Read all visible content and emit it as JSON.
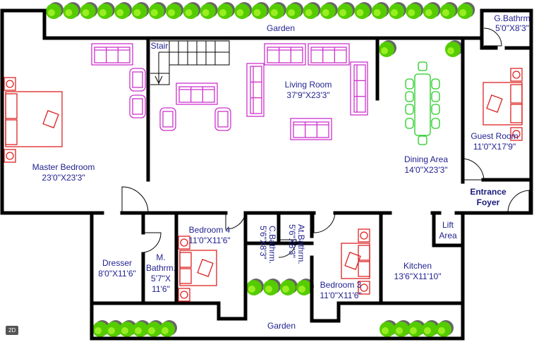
{
  "rooms": {
    "garden_top": "Garden",
    "garden_bottom": "Garden",
    "stair": "Stair",
    "g_bathrm": {
      "name": "G.Bathrm",
      "size": "5'0\"X8'3\""
    },
    "living": {
      "name": "Living Room",
      "size": "37'9\"X23'3\""
    },
    "master": {
      "name": "Master Bedroom",
      "size": "23'0\"X23'3\""
    },
    "guest": {
      "name": "Guest Room",
      "size": "11'0\"X17'9\""
    },
    "dining": {
      "name": "Dining Area",
      "size": "14'0\"X23'3\""
    },
    "entrance": {
      "line1": "Entrance",
      "line2": "Foyer"
    },
    "lift": {
      "line1": "Lift",
      "line2": "Area"
    },
    "bedroom4": {
      "name": "Bedroom 4",
      "size": "11'0\"X11'6\""
    },
    "c_bathrm": {
      "name": "C.Bathrm.",
      "size": "5'6\"X8'3\""
    },
    "at_bathrm": {
      "name": "At.Bathrm.",
      "size": "5'6\"X8'3\""
    },
    "dresser": {
      "name": "Dresser",
      "size": "8'0\"X11'6\""
    },
    "m_bathrm": {
      "line1": "M.",
      "line2": "Bathrm.",
      "line3": "5'7\"X",
      "line4": "11'6\""
    },
    "bedroom3": {
      "name": "Bedroom 3",
      "size": "11'0\"X11'6\""
    },
    "kitchen": {
      "name": "Kitchen",
      "size": "13'6\"X11'10\""
    }
  },
  "view_badge": "2D",
  "colors": {
    "wall": "#000000",
    "label": "#1f1f8f",
    "sofa": "#cc33cc",
    "bed": "#dd2222",
    "dining": "#22cc22",
    "tree": "#55cc00"
  }
}
